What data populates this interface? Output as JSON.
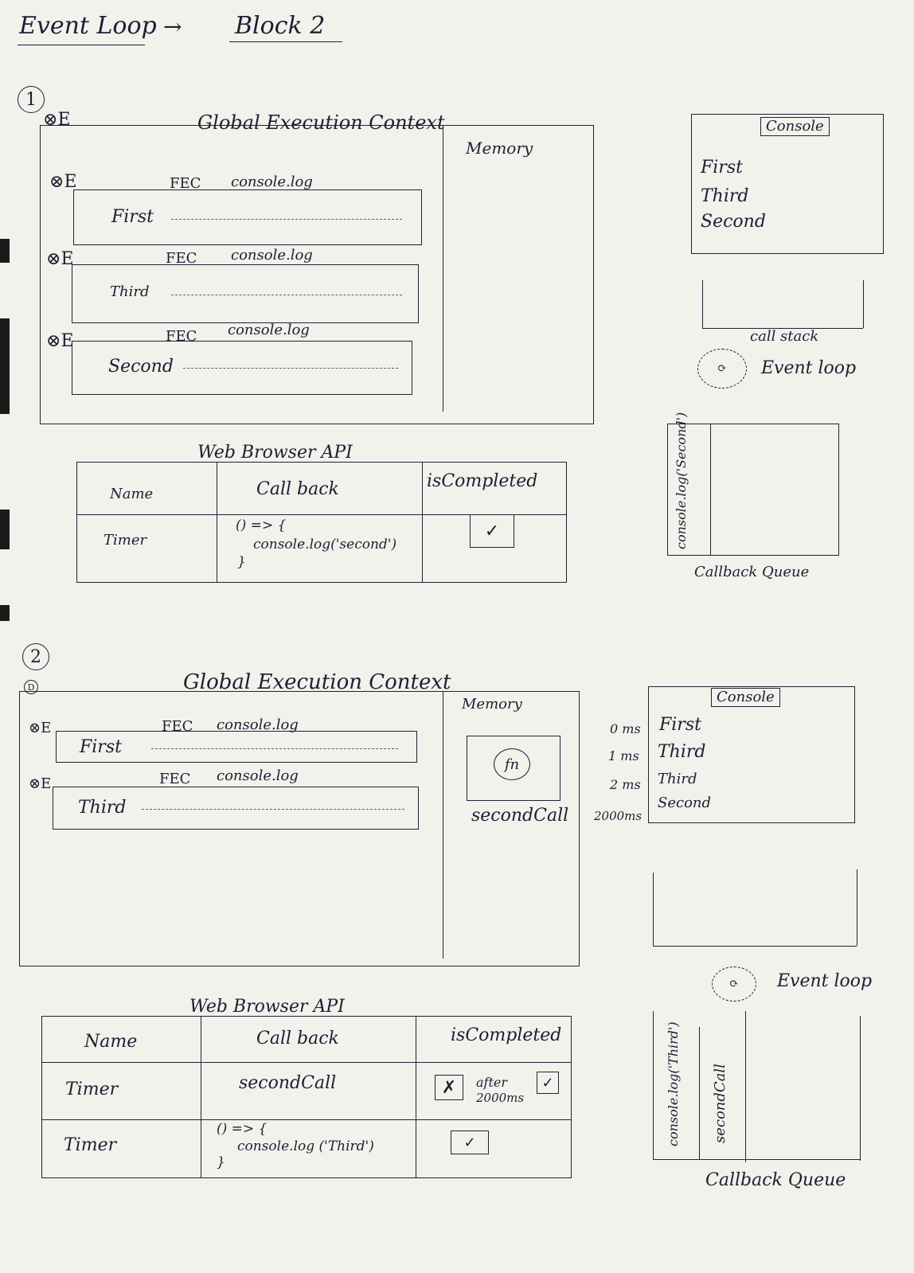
{
  "title": {
    "left": "Event Loop",
    "arrow": "→",
    "right": "Block 2"
  },
  "step1": {
    "number": "1",
    "gec_mark": "E",
    "gec_title": "Global Execution Context",
    "memory_label": "Memory",
    "fecs": [
      {
        "mark": "E",
        "label": "FEC",
        "call": "console.log",
        "output": "First"
      },
      {
        "mark": "E",
        "label": "FEC",
        "call": "console.log",
        "output": "Third"
      },
      {
        "mark": "E",
        "label": "FEC",
        "call": "console.log",
        "output": "Second"
      }
    ],
    "console": {
      "title": "Console",
      "lines": [
        "First",
        "Third",
        "Second"
      ]
    },
    "call_stack_label": "call stack",
    "event_loop_label": "Event loop",
    "callback_queue": {
      "label": "Callback Queue",
      "items": [
        "console.log('Second')"
      ]
    },
    "web_api": {
      "title": "Web Browser API",
      "headers": [
        "Name",
        "Call back",
        "isCompleted"
      ],
      "rows": [
        {
          "name": "Timer",
          "cb_open": "() => {",
          "cb_body": "console.log('second')",
          "cb_close": "}",
          "completed": "✓"
        }
      ]
    }
  },
  "step2": {
    "number": "2",
    "gec_mark": "D",
    "gec_title": "Global Execution Context",
    "memory_label": "Memory",
    "memory_fn": "fn",
    "memory_fn_name": "secondCall",
    "fecs": [
      {
        "mark": "E",
        "label": "FEC",
        "call": "console.log",
        "output": "First"
      },
      {
        "mark": "E",
        "label": "FEC",
        "call": "console.log",
        "output": "Third"
      }
    ],
    "console": {
      "title": "Console",
      "lines": [
        {
          "time": "0 ms",
          "text": "First"
        },
        {
          "time": "1 ms",
          "text": "Third"
        },
        {
          "time": "2 ms",
          "text": "Third"
        },
        {
          "time": "2000ms",
          "text": "Second"
        }
      ]
    },
    "event_loop_label": "Event loop",
    "callback_queue": {
      "label": "Callback Queue",
      "items": [
        "console.log('Third')",
        "secondCall"
      ]
    },
    "web_api": {
      "title": "Web Browser API",
      "headers": [
        "Name",
        "Call back",
        "isCompleted"
      ],
      "rows": [
        {
          "name": "Timer",
          "cb": "secondCall",
          "completed_x": "✗",
          "after": "after",
          "after_ms": "2000ms",
          "completed": "✓"
        },
        {
          "name": "Timer",
          "cb_open": "() => {",
          "cb_body": "console.log ('Third')",
          "cb_close": "}",
          "completed": "✓"
        }
      ]
    }
  }
}
